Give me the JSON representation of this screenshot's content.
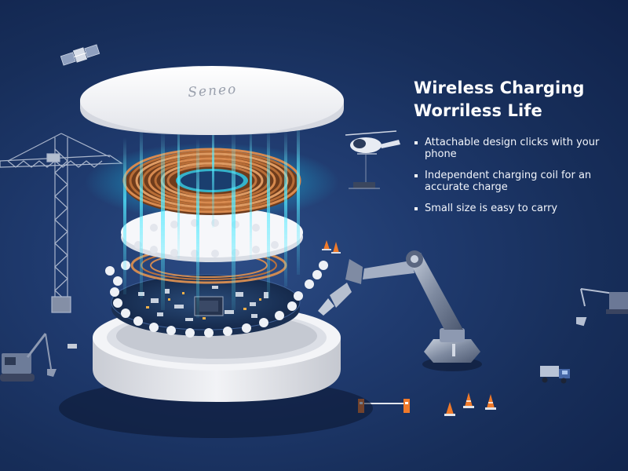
{
  "brand": {
    "logo_text": "Seneo"
  },
  "hero": {
    "headline_line1": "Wireless Charging",
    "headline_line2": "Worriless Life",
    "features": [
      "Attachable design clicks with your phone",
      "Independent charging coil for an accurate charge",
      "Small size is easy to carry"
    ]
  },
  "colors": {
    "background": "#1f3a6e",
    "glow": "#19e0ff",
    "copper": "#c47a45",
    "pcb": "#1b3358",
    "shell": "#f4f4f4"
  }
}
